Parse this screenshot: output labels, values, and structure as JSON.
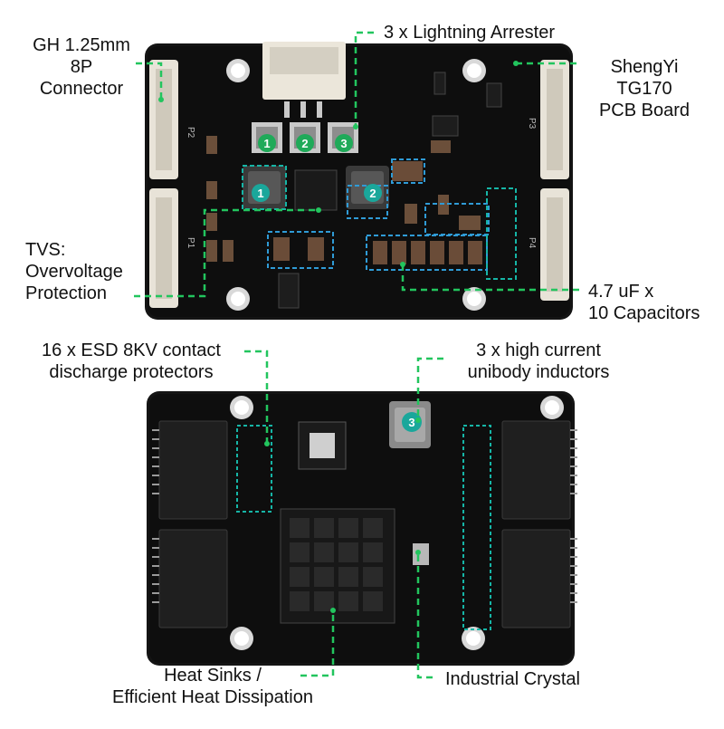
{
  "colors": {
    "background": "#ffffff",
    "pcb": "#111111",
    "pcb_edge": "#1c1c1c",
    "callout_green": "#22c55e",
    "highlight_blue": "#2f9bd6",
    "highlight_cyan": "#16b5a6",
    "badge_green": "#1faa59",
    "badge_teal": "#1aa79b",
    "text": "#111111"
  },
  "callouts": {
    "connector": [
      "GH 1.25mm",
      "8P",
      "Connector"
    ],
    "lightning_arrester": [
      "3 x Lightning Arrester"
    ],
    "pcb_board": [
      "ShengYi",
      "TG170",
      "PCB Board"
    ],
    "tvs": [
      "TVS:",
      "Overvoltage",
      "Protection"
    ],
    "capacitors": [
      "4.7 uF x",
      "10 Capacitors"
    ],
    "esd": [
      "16 x ESD 8KV contact",
      "discharge protectors"
    ],
    "inductors": [
      "3 x high current",
      "unibody inductors"
    ],
    "heat_sinks": [
      "Heat Sinks /",
      "Efficient Heat Dissipation"
    ],
    "crystal": [
      "Industrial Crystal"
    ]
  },
  "top_board": {
    "silkscreen": {
      "p1": "P1",
      "p2": "P2",
      "p3": "P3",
      "p4": "P4"
    },
    "badges_arrester": [
      "1",
      "2",
      "3"
    ],
    "badges_inductor": [
      "1",
      "2"
    ]
  },
  "bottom_board": {
    "badge_inductor": "3"
  }
}
